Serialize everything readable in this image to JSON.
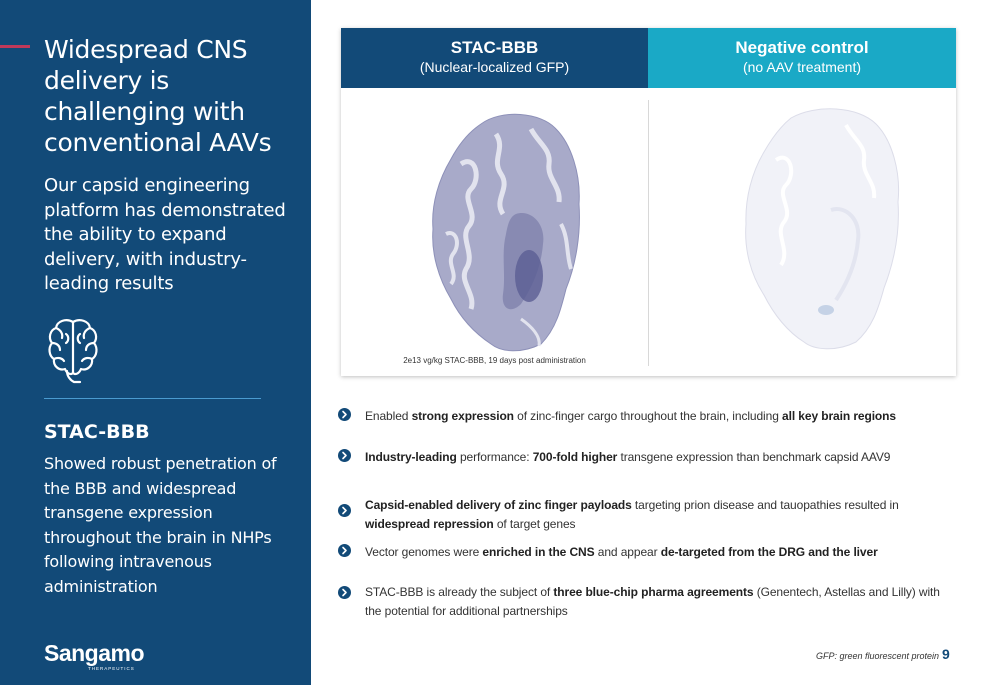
{
  "sidebar": {
    "title": "Widespread CNS delivery is challenging with conventional AAVs",
    "subtitle": "Our capsid engineering platform has demonstrated the ability to expand delivery, with industry-leading results",
    "icon": "brain-icon",
    "heading": "STAC-BBB",
    "body": "Showed robust penetration of the BBB and widespread transgene expression throughout the brain in NHPs following intravenous administration",
    "logo": {
      "word": "Sangamo",
      "sub": "THERAPEUTICS"
    }
  },
  "panel": {
    "left": {
      "title": "STAC-BBB",
      "subtitle": "(Nuclear-localized GFP)"
    },
    "right": {
      "title": "Negative control",
      "subtitle": "(no AAV treatment)"
    },
    "caption": "2e13 vg/kg STAC-BBB, 19 days post administration"
  },
  "bullets": [
    {
      "parts": [
        {
          "t": "Enabled ",
          "b": false
        },
        {
          "t": "strong expression",
          "b": true
        },
        {
          "t": " of zinc-finger cargo throughout the brain, including ",
          "b": false
        },
        {
          "t": "all key brain regions",
          "b": true
        }
      ]
    },
    {
      "parts": [
        {
          "t": "Industry-leading",
          "b": true
        },
        {
          "t": " performance: ",
          "b": false
        },
        {
          "t": "700-fold higher",
          "b": true
        },
        {
          "t": " transgene expression than benchmark capsid AAV9",
          "b": false
        }
      ]
    },
    {
      "parts": [
        {
          "t": "Capsid-enabled delivery of zinc finger payloads",
          "b": true
        },
        {
          "t": " targeting prion disease and tauopathies resulted in ",
          "b": false
        },
        {
          "t": "widespread repression",
          "b": true
        },
        {
          "t": " of target genes",
          "b": false
        }
      ]
    },
    {
      "parts": [
        {
          "t": "Vector genomes were ",
          "b": false
        },
        {
          "t": "enriched in the CNS",
          "b": true
        },
        {
          "t": " and appear ",
          "b": false
        },
        {
          "t": "de-targeted from the DRG and the liver",
          "b": true
        }
      ]
    },
    {
      "parts": [
        {
          "t": "STAC-BBB is already the subject of ",
          "b": false
        },
        {
          "t": "three blue-chip pharma agreements",
          "b": true
        },
        {
          "t": " (Genentech, Astellas and Lilly) with the potential for additional partnerships",
          "b": false
        }
      ]
    }
  ],
  "footer": {
    "footnote": "GFP: green fluorescent protein",
    "page": "9"
  },
  "colors": {
    "navy": "#124a78",
    "teal": "#1aa9c6",
    "accent": "#c0395a"
  }
}
